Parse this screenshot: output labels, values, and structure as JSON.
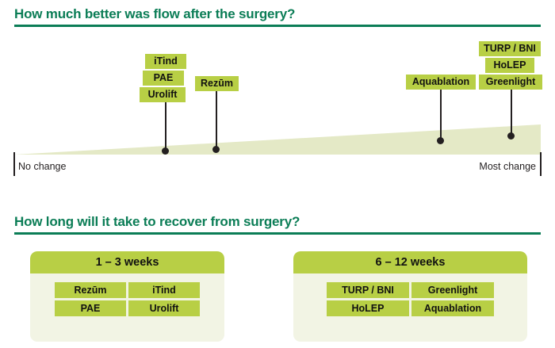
{
  "sections": [
    {
      "heading_plain": "How much better was ",
      "heading_bold": "flow",
      "heading_tail": " after the surgery?"
    },
    {
      "heading_plain": "How long will it take to ",
      "heading_bold": "recover from surgery",
      "heading_tail": "?"
    }
  ],
  "chart_data": {
    "type": "scatter",
    "title": "How much better was flow after the surgery?",
    "xlabel": "",
    "ylabel": "",
    "axis_left_label": "No change",
    "axis_right_label": "Most change",
    "x_range_labels": [
      "No change",
      "Most change"
    ],
    "grid": false,
    "legend": "none",
    "ramp_description": "pale green wedge rising from left (no change) to right (most change)",
    "ramp_color": "#e4e9c6",
    "points": [
      {
        "x": 0.3,
        "labels": [
          "iTind",
          "PAE",
          "Urolift"
        ]
      },
      {
        "x": 0.39,
        "labels": [
          "Rezūm"
        ]
      },
      {
        "x": 0.8,
        "labels": [
          "Aquablation"
        ]
      },
      {
        "x": 0.93,
        "labels": [
          "TURP / BNI",
          "HoLEP",
          "Greenlight"
        ]
      }
    ]
  },
  "recovery": {
    "cards": [
      {
        "title": "1 – 3 weeks",
        "items": [
          "Rezūm",
          "iTind",
          "PAE",
          "Urolift"
        ]
      },
      {
        "title": "6 – 12 weeks",
        "items": [
          "TURP / BNI",
          "Greenlight",
          "HoLEP",
          "Aquablation"
        ]
      }
    ]
  },
  "colors": {
    "heading_green": "#0b7d56",
    "chip_green": "#b8cf45",
    "ramp_pale": "#e4e9c6",
    "card_body": "#f2f4e4",
    "text_dark": "#111111"
  }
}
